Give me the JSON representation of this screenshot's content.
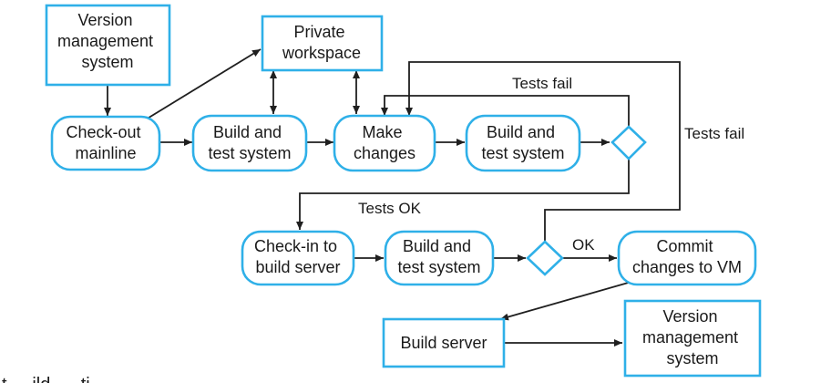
{
  "colors": {
    "node_stroke": "#2fb0e8",
    "edge": "#1f1f1f",
    "text": "#1a1a1a",
    "background": "#ffffff"
  },
  "nodes": {
    "vms_top": {
      "lines": [
        "Version",
        "management",
        "system"
      ],
      "shape": "rectangle"
    },
    "private_workspace": {
      "lines": [
        "Private",
        "workspace"
      ],
      "shape": "rectangle"
    },
    "checkout_mainline": {
      "lines": [
        "Check-out",
        "mainline"
      ],
      "shape": "rounded"
    },
    "build_test_1": {
      "lines": [
        "Build and",
        "test system"
      ],
      "shape": "rounded"
    },
    "make_changes": {
      "lines": [
        "Make",
        "changes"
      ],
      "shape": "rounded"
    },
    "build_test_2": {
      "lines": [
        "Build and",
        "test system"
      ],
      "shape": "rounded"
    },
    "decision_1": {
      "shape": "diamond"
    },
    "checkin_build_server": {
      "lines": [
        "Check-in to",
        "build server"
      ],
      "shape": "rounded"
    },
    "build_test_3": {
      "lines": [
        "Build and",
        "test system"
      ],
      "shape": "rounded"
    },
    "decision_2": {
      "shape": "diamond"
    },
    "commit_changes": {
      "lines": [
        "Commit",
        "changes to VM"
      ],
      "shape": "rounded"
    },
    "build_server": {
      "lines": [
        "Build server"
      ],
      "shape": "rectangle"
    },
    "vms_bottom": {
      "lines": [
        "Version",
        "management",
        "system"
      ],
      "shape": "rectangle"
    }
  },
  "edge_labels": {
    "tests_fail_inner": "Tests fail",
    "tests_fail_outer": "Tests fail",
    "tests_ok": "Tests OK",
    "ok": "OK"
  },
  "cut_off_text": "t     ild      ti"
}
